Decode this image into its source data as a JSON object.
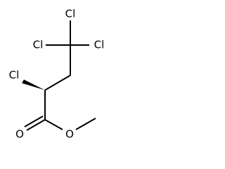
{
  "molecule": {
    "atoms": [
      {
        "id": "cl-top",
        "label": "Cl"
      },
      {
        "id": "cl-left",
        "label": "Cl"
      },
      {
        "id": "cl-right",
        "label": "Cl"
      },
      {
        "id": "cl-alpha",
        "label": "Cl"
      },
      {
        "id": "o-carbonyl",
        "label": "O"
      },
      {
        "id": "o-ester",
        "label": "O"
      }
    ],
    "stereo_bond": "wedge",
    "colors": {
      "bond": "#000000",
      "text": "#000000",
      "background": "#ffffff"
    }
  }
}
